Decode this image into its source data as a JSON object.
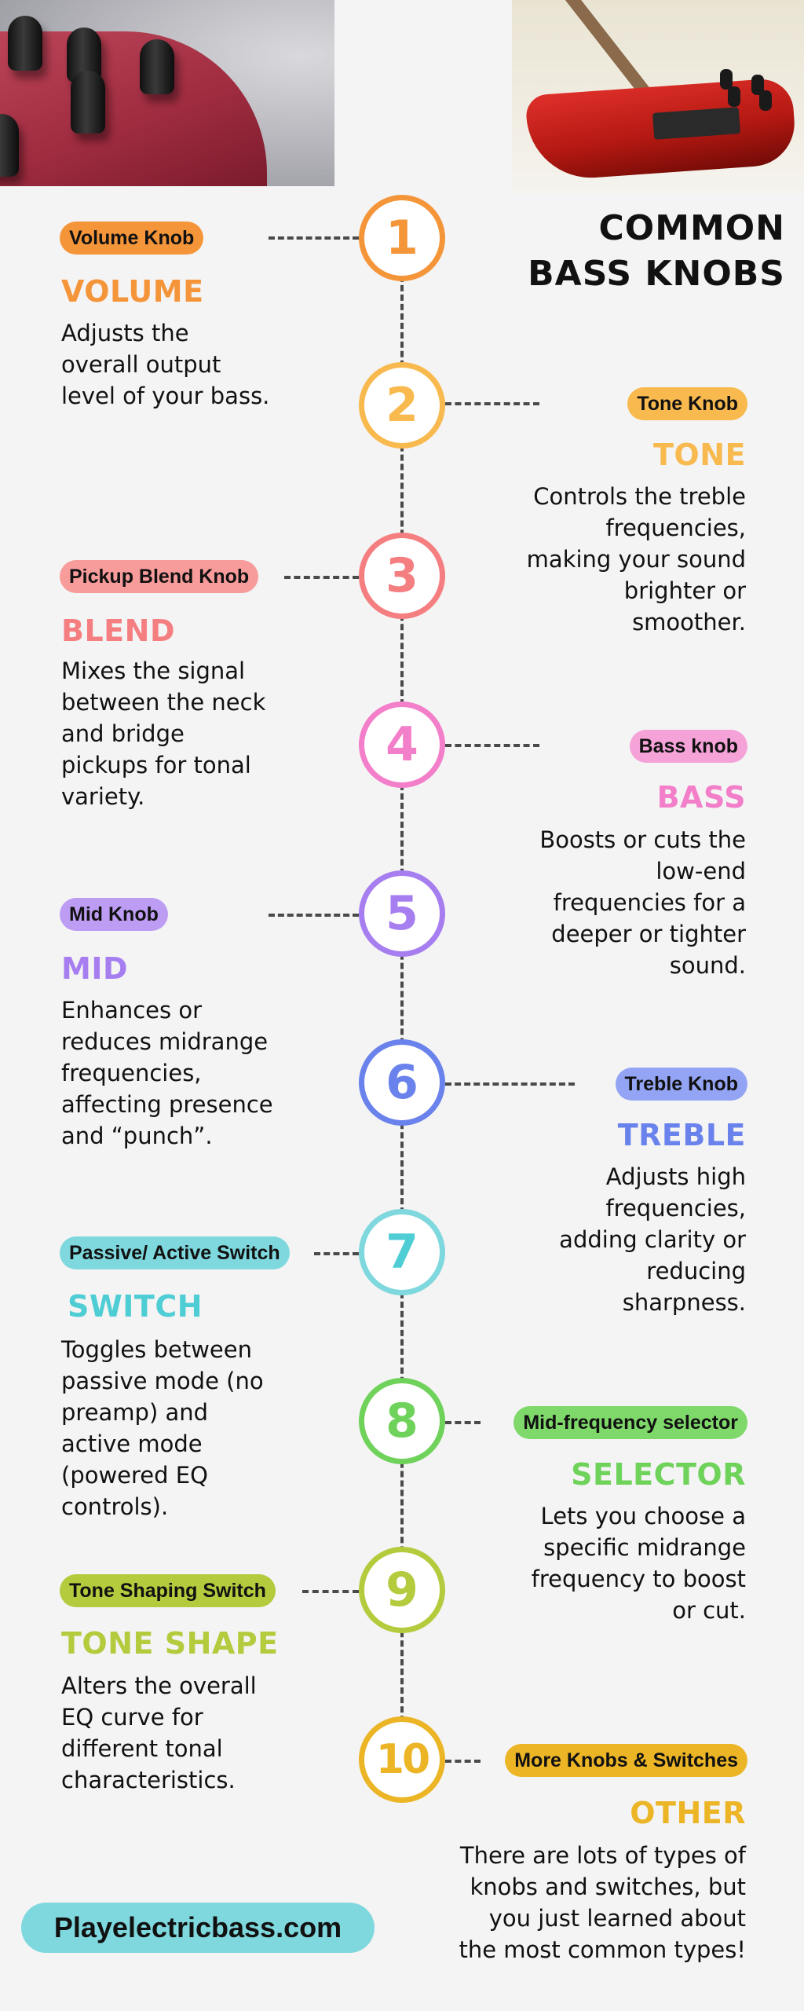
{
  "title": {
    "line1": "COMMON",
    "line2": "BASS KNOBS"
  },
  "photos": {
    "left": "bass-knobs-closeup-photo",
    "right": "red-bass-guitar-photo"
  },
  "items": [
    {
      "number": "1",
      "pill": "Volume Knob",
      "heading": "VOLUME",
      "color": "#f5953a",
      "pill_color": "#f5953a",
      "desc": [
        "Adjusts the",
        "overall output",
        "level of your bass."
      ]
    },
    {
      "number": "2",
      "pill": "Tone Knob",
      "heading": "TONE",
      "color": "#f8b94e",
      "pill_color": "#f8b94e",
      "desc": [
        "Controls the treble",
        "frequencies,",
        "making your sound",
        "brighter or",
        "smoother."
      ]
    },
    {
      "number": "3",
      "pill": "Pickup Blend Knob",
      "heading": "BLEND",
      "color": "#f47e80",
      "pill_color": "#f89b9b",
      "desc": [
        "Mixes the signal",
        "between the neck",
        "and bridge",
        "pickups for tonal",
        "variety."
      ]
    },
    {
      "number": "4",
      "pill": "Bass knob",
      "heading": "BASS",
      "color": "#f37ec9",
      "pill_color": "#f5a2d8",
      "desc": [
        "Boosts or cuts the",
        "low-end",
        "frequencies for a",
        "deeper or tighter",
        "sound."
      ]
    },
    {
      "number": "5",
      "pill": "Mid Knob",
      "heading": "MID",
      "color": "#a77ef0",
      "pill_color": "#bd9cf4",
      "desc": [
        "Enhances or",
        "reduces midrange",
        "frequencies,",
        "affecting presence",
        "and “punch”."
      ]
    },
    {
      "number": "6",
      "pill": "Treble Knob",
      "heading": "TREBLE",
      "color": "#6a82ec",
      "pill_color": "#93a4f4",
      "desc": [
        "Adjusts high",
        "frequencies,",
        "adding clarity or",
        "reducing",
        "sharpness."
      ]
    },
    {
      "number": "7",
      "pill": "Passive/ Active Switch",
      "heading": "SWITCH",
      "color": "#4fcdd4",
      "pill_color": "#7ed8dd",
      "desc": [
        "Toggles between",
        "passive mode (no",
        "preamp) and",
        "active mode",
        "(powered EQ",
        "controls)."
      ]
    },
    {
      "number": "8",
      "pill": "Mid-frequency selector",
      "heading": "SELECTOR",
      "color": "#6fd25a",
      "pill_color": "#7ed86a",
      "desc": [
        "Lets you choose a",
        "specific midrange",
        "frequency to boost",
        "or cut."
      ]
    },
    {
      "number": "9",
      "pill": "Tone Shaping Switch",
      "heading": "TONE SHAPE",
      "color": "#b3cb3c",
      "pill_color": "#b3cb3c",
      "desc": [
        "Alters the overall",
        "EQ curve for",
        "different tonal",
        "characteristics."
      ]
    },
    {
      "number": "10",
      "pill": "More Knobs & Switches",
      "heading": "OTHER",
      "color": "#ecb526",
      "pill_color": "#ecb526",
      "desc": [
        "There are lots of types of",
        "knobs and switches, but",
        "you just learned about",
        "the most common types!"
      ]
    }
  ],
  "footer": {
    "site": "Playelectricbass.com"
  }
}
